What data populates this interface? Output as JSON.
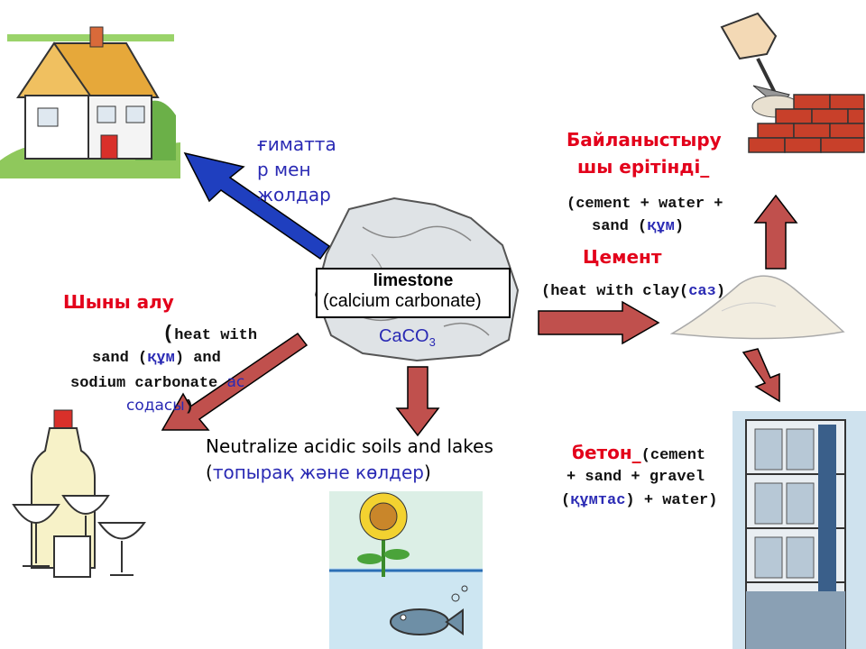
{
  "colors": {
    "red_label": "#e3001b",
    "blue_label": "#2a2ab4",
    "arrow_red": "#c0504d",
    "arrow_blue": "#1f3fbf"
  },
  "center": {
    "label1": "limestone",
    "label2": "(calcium carbonate)",
    "formula_base": "CaCO",
    "formula_sub": "3"
  },
  "buildings": {
    "lines": [
      "ғиматта",
      "р мен",
      "жолдар"
    ]
  },
  "glass": {
    "title": "Шыны алу",
    "l1a": "(",
    "l1b": "heat with",
    "l2a": "sand (",
    "l2b": "құм",
    "l2c": ") and",
    "l3a": "sodium carbonate ",
    "l3b": "ас",
    "l4a": "содасы",
    "l4b": ")"
  },
  "mortar": {
    "title1": "Байланыстыру",
    "title2": "шы ерітінді_",
    "l1": "(cement + water +",
    "l2a": "sand (",
    "l2b": "құм",
    "l2c": ")"
  },
  "cement": {
    "title": "Цемент",
    "l1a": "(heat with clay(",
    "l1b": "саз",
    "l1c": ")"
  },
  "concrete": {
    "title": "бетон_",
    "l1": "(cement",
    "l2": "+ sand  + gravel",
    "l3a": "(",
    "l3b": "құмтас",
    "l3c": ") + water)"
  },
  "neutralize": {
    "l1": "Neutralize acidic soils and lakes",
    "l2a": "(",
    "l2b": "топырақ және көлдер",
    "l2c": ")"
  },
  "icons": [
    "house-icon",
    "bricklaying-icon",
    "rock-icon",
    "cement-pile-icon",
    "building-icon",
    "glassware-icon",
    "flower-fish-icon"
  ]
}
